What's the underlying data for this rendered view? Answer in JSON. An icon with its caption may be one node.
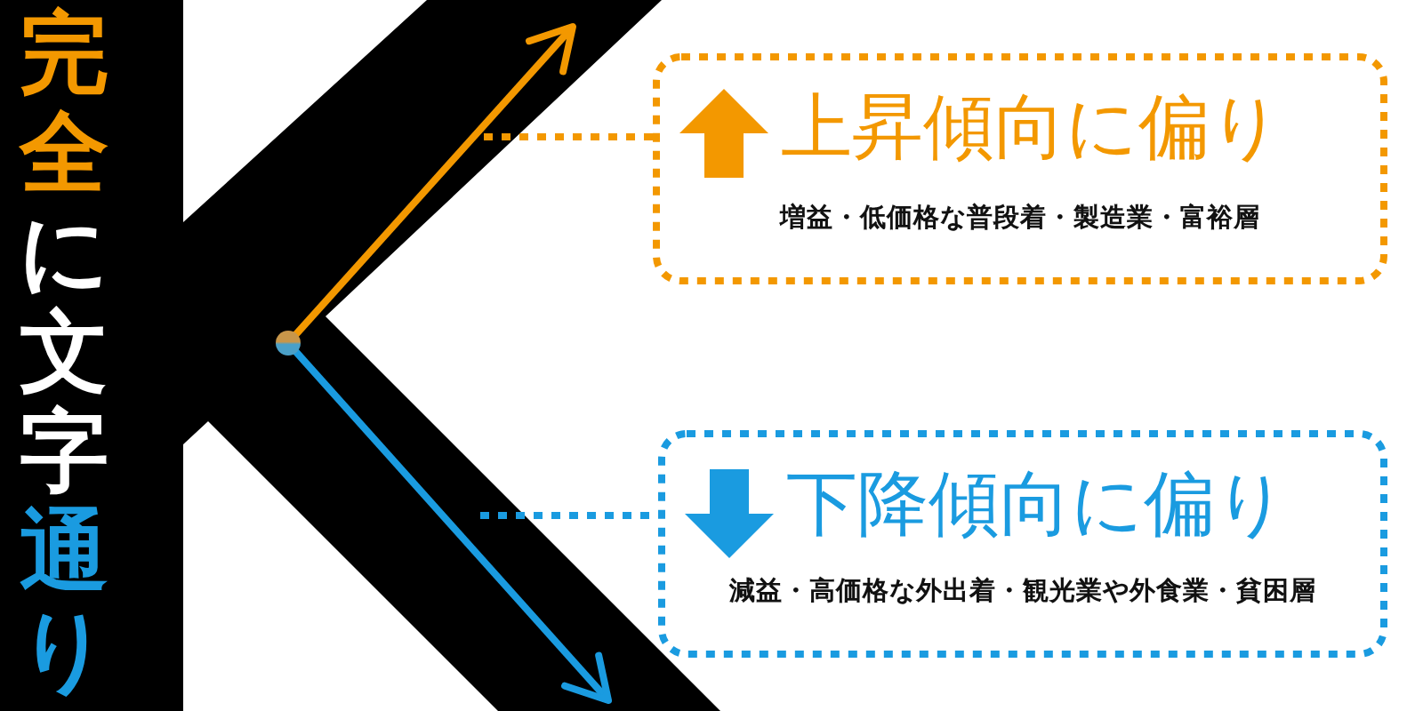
{
  "diagram": {
    "title": "完全に文字通り",
    "nodes": [
      {
        "text": [],
        "shape": "circle"
      },
      {
        "text": [
          "上昇傾向に偏り",
          "増益・低価格な普段着・製造業・富裕層"
        ]
      },
      {
        "text": [
          "下降傾向に偏り",
          "減益・高価格な外出着・観光業や外食業・貧困層"
        ]
      }
    ],
    "edges": [
      {
        "from": 0,
        "to": null,
        "arrow": "to",
        "color": "#f39800"
      },
      {
        "from": 0,
        "to": null,
        "arrow": "to",
        "color": "#1a9be0"
      },
      {
        "from": null,
        "to": 1,
        "arrow": "none",
        "style": "dashed",
        "color": "#f39800"
      },
      {
        "from": null,
        "to": 2,
        "arrow": "none",
        "style": "dashed",
        "color": "#1a9be0"
      }
    ]
  }
}
